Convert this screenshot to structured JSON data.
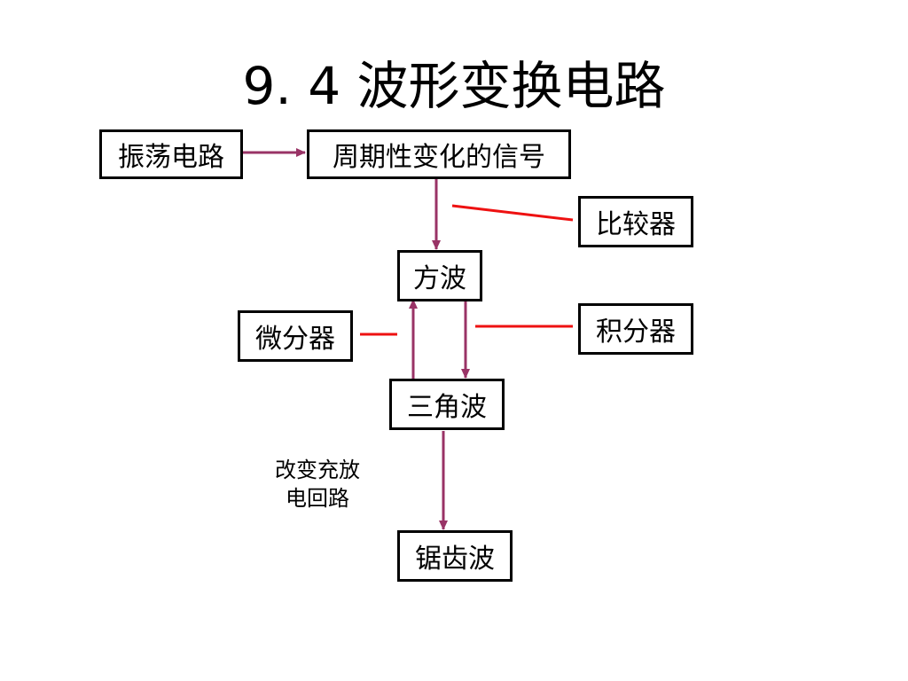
{
  "slide": {
    "title": "9. 4  波形变换电路"
  },
  "nodes": {
    "oscillator": "振荡电路",
    "periodic_signal": "周期性变化的信号",
    "comparator": "比较器",
    "square_wave": "方波",
    "differentiator": "微分器",
    "integrator": "积分器",
    "triangle_wave": "三角波",
    "sawtooth_wave": "锯齿波"
  },
  "annotation": {
    "line1": "改变充放",
    "line2": "电回路"
  },
  "colors": {
    "arrow": "#993366",
    "pointer_line": "#ee1111",
    "box_border": "#000000"
  }
}
